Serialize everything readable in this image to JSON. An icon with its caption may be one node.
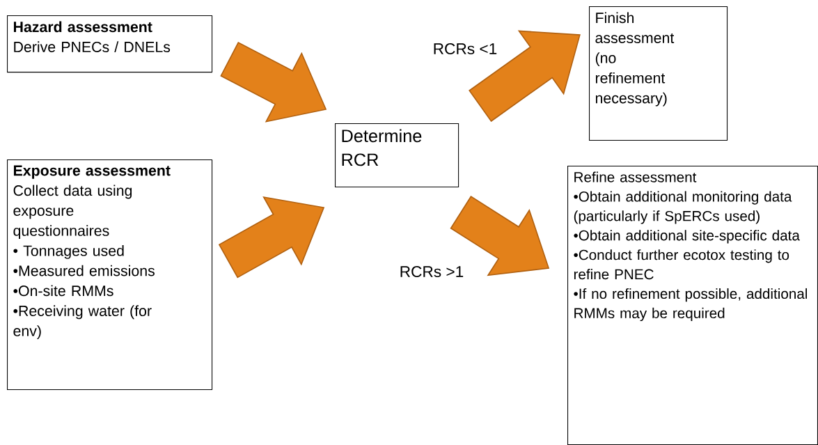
{
  "diagram": {
    "nodes": [
      {
        "text": [
          "Hazard assessment",
          "Derive PNECs / DNELs"
        ]
      },
      {
        "text": [
          "Exposure assessment",
          "Collect data using exposure questionnaires",
          "• Tonnages used",
          "•Measured emissions",
          "•On-site RMMs",
          "•Receiving water (for env)"
        ]
      },
      {
        "text": [
          "Determine RCR"
        ]
      },
      {
        "text": [
          "Finish assessment (no refinement necessary)"
        ]
      },
      {
        "text": [
          "Refine assessment",
          "•Obtain additional monitoring data (particularly if SpERCs used)",
          "•Obtain additional site-specific data",
          "•Conduct further ecotox testing to refine PNEC",
          "•If no refinement possible, additional RMMs may be required"
        ]
      }
    ],
    "edges": [
      {
        "from": 0,
        "to": 2,
        "arrow": "to",
        "style": "thick"
      },
      {
        "from": 1,
        "to": 2,
        "arrow": "to",
        "style": "thick"
      },
      {
        "from": 2,
        "to": 3,
        "arrow": "to",
        "style": "thick",
        "label": "RCRs <1"
      },
      {
        "from": 2,
        "to": 4,
        "arrow": "to",
        "style": "thick",
        "label": "RCRs >1"
      }
    ]
  }
}
